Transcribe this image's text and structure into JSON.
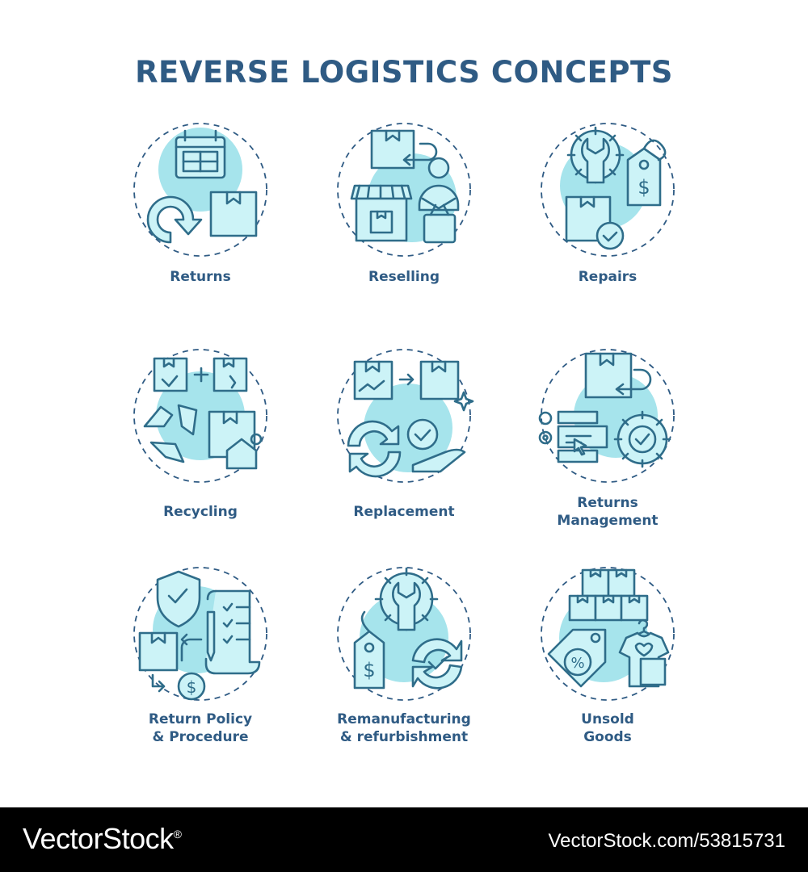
{
  "title": "REVERSE LOGISTICS CONCEPTS",
  "colors": {
    "accent": "#2f5b84",
    "stroke": "#2f6d8a",
    "fill": "#ccf3f7",
    "blob": "#a6e4ec"
  },
  "concepts": [
    {
      "label": "Returns",
      "icon": "returns-icon"
    },
    {
      "label": "Reselling",
      "icon": "reselling-icon"
    },
    {
      "label": "Repairs",
      "icon": "repairs-icon"
    },
    {
      "label": "Recycling",
      "icon": "recycling-icon"
    },
    {
      "label": "Replacement",
      "icon": "replacement-icon"
    },
    {
      "label": "Returns\nManagement",
      "icon": "returns-management-icon"
    },
    {
      "label": "Return Policy\n& Procedure",
      "icon": "return-policy-icon"
    },
    {
      "label": "Remanufacturing\n& refurbishment",
      "icon": "remanufacturing-icon"
    },
    {
      "label": "Unsold\nGoods",
      "icon": "unsold-goods-icon"
    }
  ],
  "footer": {
    "brand": "VectorStock",
    "brand_suffix": "®",
    "ref": "VectorStock.com/53815731"
  }
}
